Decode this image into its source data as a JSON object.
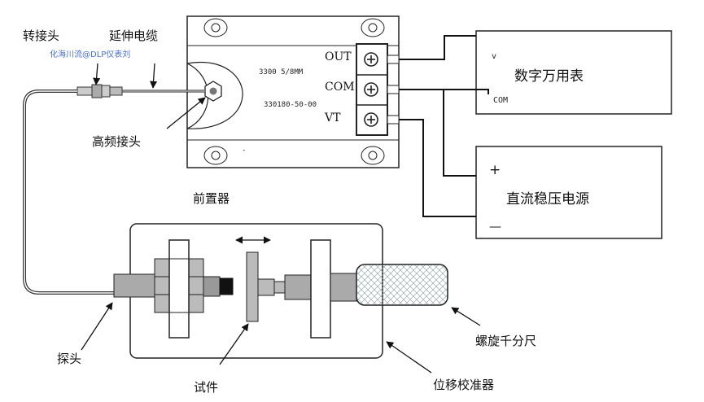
{
  "labels": {
    "adapter": "转接头",
    "extension_cable": "延伸电缆",
    "watermark": "化海川流@DLP仪表刘",
    "hf_connector": "高频接头",
    "preamp": "前置器",
    "multimeter": "数字万用表",
    "power_supply": "直流稳压电源",
    "probe": "探头",
    "specimen": "试件",
    "micrometer": "螺旋千分尺",
    "calibrator": "位移校准器"
  },
  "preamp_text": {
    "model": "3300 5/8MM",
    "part": "330180-50-00",
    "minus": "-"
  },
  "terminals": {
    "out": "OUT",
    "com": "COM",
    "vt": "VT"
  },
  "multimeter_ports": {
    "v": "v",
    "com": "COM"
  },
  "supply_signs": {
    "plus": "+",
    "minus": "—"
  }
}
